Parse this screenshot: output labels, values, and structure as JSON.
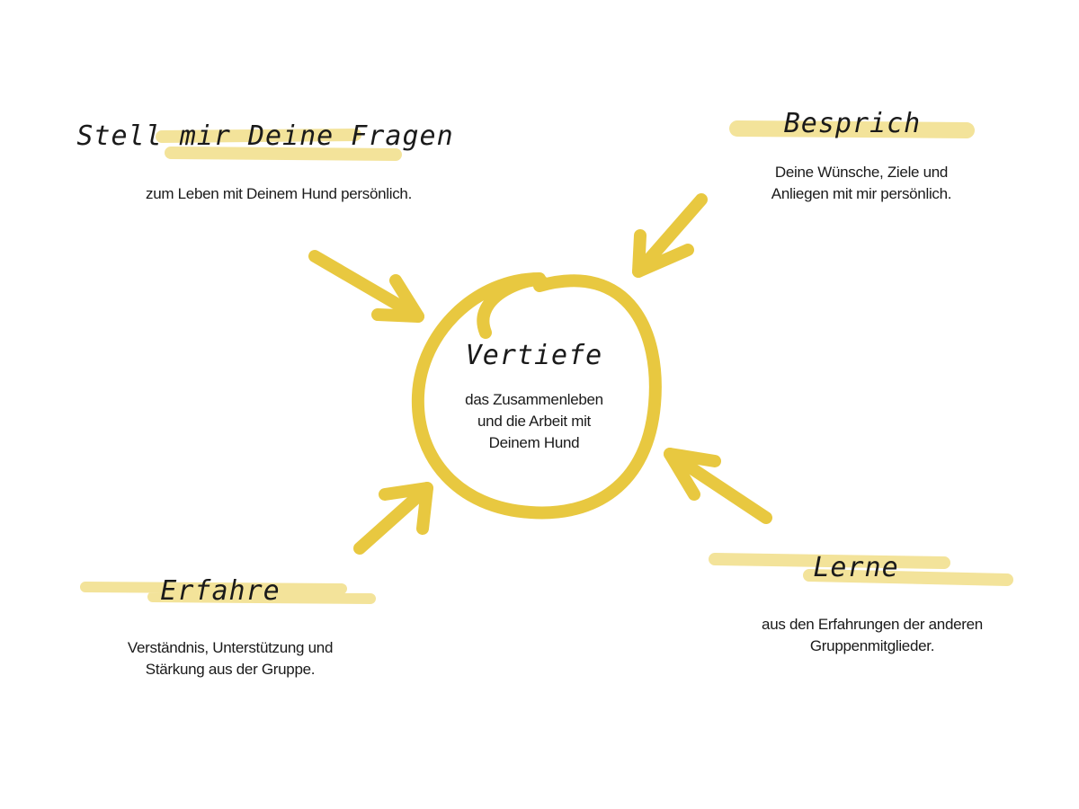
{
  "colors": {
    "accent": "#e8c840",
    "highlight": "#f3e39a",
    "text": "#1a1a1a"
  },
  "center": {
    "title": "Vertiefe",
    "lines": [
      "das Zusammenleben",
      "und die Arbeit mit",
      "Deinem Hund"
    ]
  },
  "nodes": [
    {
      "title": "Stell mir Deine Fragen",
      "lines": [
        "zum Leben mit Deinem Hund persönlich."
      ]
    },
    {
      "title": "Besprich",
      "lines": [
        "Deine Wünsche, Ziele und",
        "Anliegen mit mir persönlich."
      ]
    },
    {
      "title": "Erfahre",
      "lines": [
        "Verständnis, Unterstützung und",
        "Stärkung aus der Gruppe."
      ]
    },
    {
      "title": "Lerne",
      "lines": [
        "aus den Erfahrungen der anderen",
        "Gruppenmitglieder."
      ]
    }
  ]
}
